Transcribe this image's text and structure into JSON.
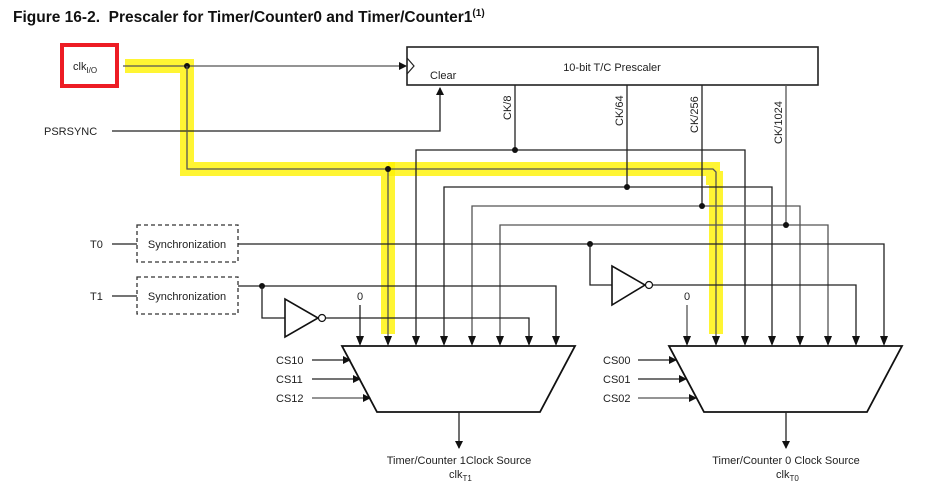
{
  "figure": {
    "number_label": "Figure 16-2.",
    "title": "Prescaler for Timer/Counter0 and Timer/Counter1",
    "footnote_ref": "(1)"
  },
  "inputs": {
    "clk": {
      "base": "clk",
      "sub": "I/O",
      "highlighted_box_color": "#ed1c24"
    },
    "psrsync": "PSRSYNC",
    "t0": "T0",
    "t1": "T1"
  },
  "prescaler": {
    "label": "10-bit T/C Prescaler",
    "clear_label": "Clear",
    "taps": [
      "CK/8",
      "CK/64",
      "CK/256",
      "CK/1024"
    ]
  },
  "sync_blocks": [
    "Synchronization",
    "Synchronization"
  ],
  "mux_t1": {
    "zero_label": "0",
    "selects": [
      "CS10",
      "CS11",
      "CS12"
    ],
    "output_label": "Timer/Counter 1Clock Source",
    "output_signal": {
      "base": "clk",
      "sub": "T1"
    }
  },
  "mux_t0": {
    "zero_label": "0",
    "selects": [
      "CS00",
      "CS01",
      "CS02"
    ],
    "output_label": "Timer/Counter 0 Clock Source",
    "output_signal": {
      "base": "clk",
      "sub": "T0"
    }
  },
  "highlight": {
    "color": "#fff200",
    "description": "clk I/O path routed directly to mux input 1 of both multiplexers"
  }
}
